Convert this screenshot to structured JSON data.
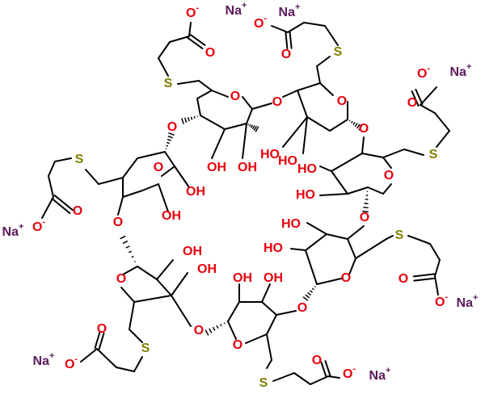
{
  "colors": {
    "bond": "#000000",
    "oxygen": "#e8000b",
    "sulfur": "#808000",
    "sodium": "#5c1a5c"
  },
  "labels": {
    "sodium": "Na",
    "cation_charge": "+",
    "anion_charge": "-",
    "oxygen": "O",
    "hydroxyl": "OH",
    "hydroxyl_left": "HO",
    "sulfur": "S"
  }
}
